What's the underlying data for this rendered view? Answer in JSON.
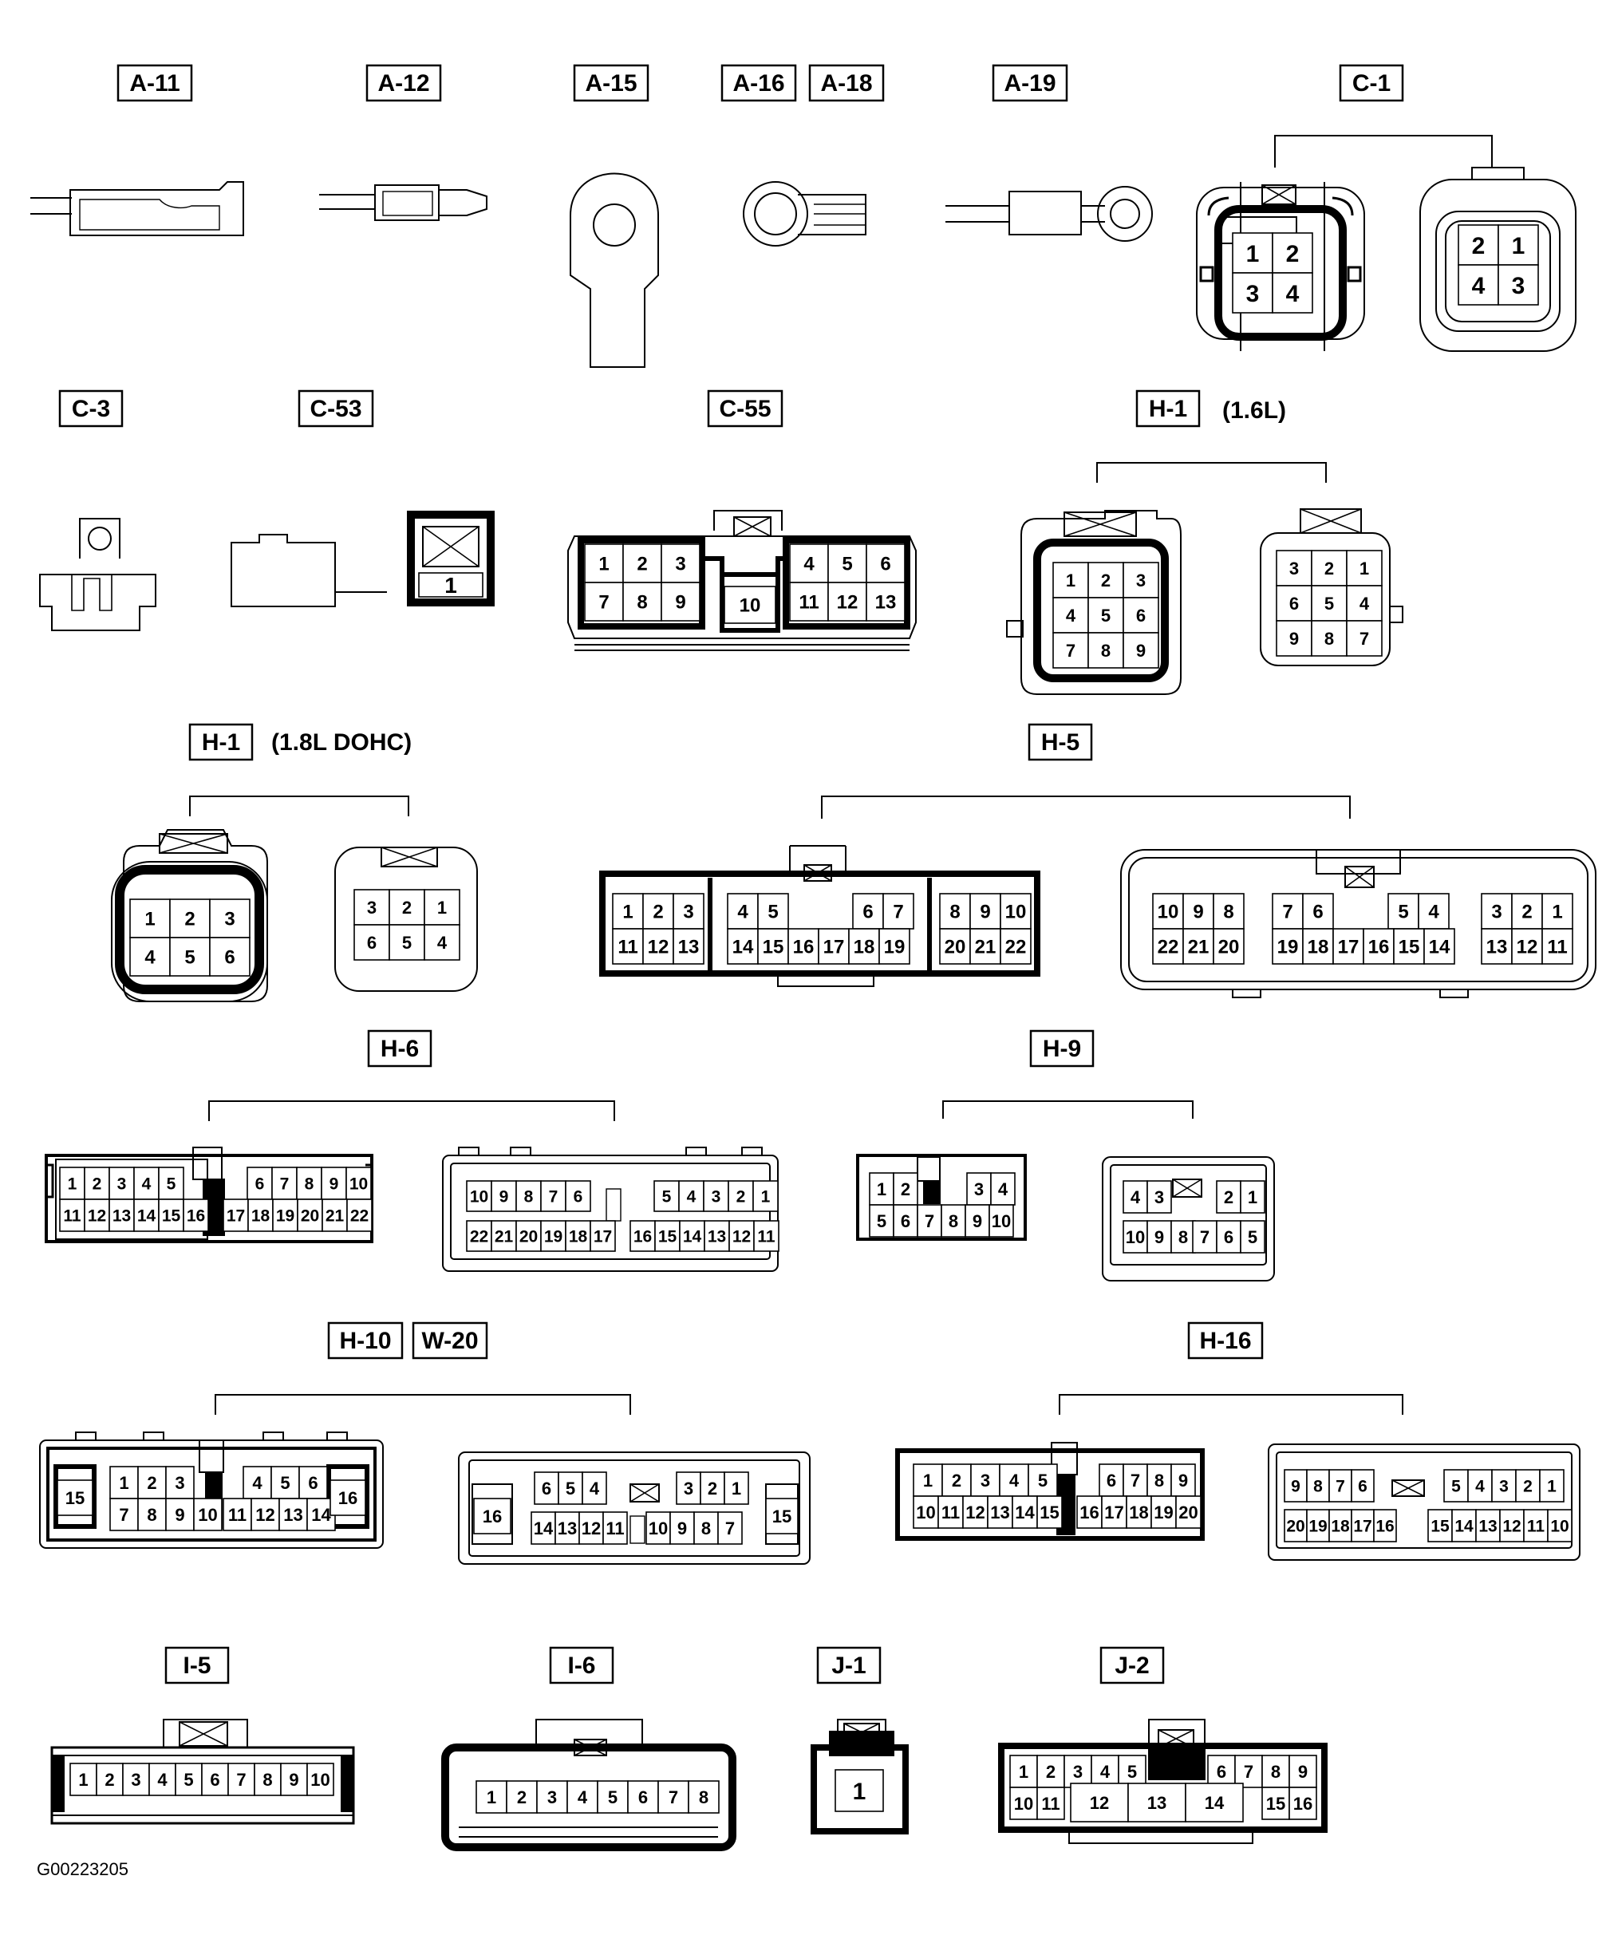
{
  "labels": {
    "a11": "A-11",
    "a12": "A-12",
    "a15": "A-15",
    "a16": "A-16",
    "a18": "A-18",
    "a19": "A-19",
    "c1": "C-1",
    "c3": "C-3",
    "c53": "C-53",
    "c55": "C-55",
    "h1": "H-1",
    "h1_16l_note": "(1.6L)",
    "h1_18l_note": "(1.8L DOHC)",
    "h5": "H-5",
    "h6": "H-6",
    "h9": "H-9",
    "h10": "H-10",
    "w20": "W-20",
    "h16": "H-16",
    "i5": "I-5",
    "i6": "I-6",
    "j1": "J-1",
    "j2": "J-2"
  },
  "figure_id": "G00223205",
  "connectors": {
    "c1": {
      "male": [
        [
          "1",
          "2"
        ],
        [
          "3",
          "4"
        ]
      ],
      "female": [
        [
          "2",
          "1"
        ],
        [
          "4",
          "3"
        ]
      ]
    },
    "c53": [
      "1"
    ],
    "c55": {
      "left": [
        [
          "1",
          "2",
          "3"
        ],
        [
          "7",
          "8",
          "9"
        ]
      ],
      "center": [
        "10"
      ],
      "right": [
        [
          "4",
          "5",
          "6"
        ],
        [
          "11",
          "12",
          "13"
        ]
      ]
    },
    "h1_16l": {
      "male": [
        [
          "1",
          "2",
          "3"
        ],
        [
          "4",
          "5",
          "6"
        ],
        [
          "7",
          "8",
          "9"
        ]
      ],
      "female": [
        [
          "3",
          "2",
          "1"
        ],
        [
          "6",
          "5",
          "4"
        ],
        [
          "9",
          "8",
          "7"
        ]
      ]
    },
    "h1_18l": {
      "male": [
        [
          "1",
          "2",
          "3"
        ],
        [
          "4",
          "5",
          "6"
        ]
      ],
      "female": [
        [
          "3",
          "2",
          "1"
        ],
        [
          "6",
          "5",
          "4"
        ]
      ]
    },
    "h5": {
      "male": {
        "top": [
          "1",
          "2",
          "3",
          "4",
          "5",
          "6",
          "7",
          "8",
          "9",
          "10"
        ],
        "bottom": [
          "11",
          "12",
          "13",
          "14",
          "15",
          "16",
          "17",
          "18",
          "19",
          "20",
          "21",
          "22"
        ]
      },
      "female": {
        "top": [
          "10",
          "9",
          "8",
          "7",
          "6",
          "5",
          "4",
          "3",
          "2",
          "1"
        ],
        "bottom": [
          "22",
          "21",
          "20",
          "19",
          "18",
          "17",
          "16",
          "15",
          "14",
          "13",
          "12",
          "11"
        ]
      }
    },
    "h6": {
      "male": {
        "top": [
          "1",
          "2",
          "3",
          "4",
          "5",
          "6",
          "7",
          "8",
          "9",
          "10"
        ],
        "bottom": [
          "11",
          "12",
          "13",
          "14",
          "15",
          "16",
          "17",
          "18",
          "19",
          "20",
          "21",
          "22"
        ]
      },
      "female": {
        "top": [
          "10",
          "9",
          "8",
          "7",
          "6",
          "5",
          "4",
          "3",
          "2",
          "1"
        ],
        "bottom": [
          "22",
          "21",
          "20",
          "19",
          "18",
          "17",
          "16",
          "15",
          "14",
          "13",
          "12",
          "11"
        ]
      }
    },
    "h9": {
      "male": {
        "top": [
          "1",
          "2",
          "3",
          "4"
        ],
        "bottom": [
          "5",
          "6",
          "7",
          "8",
          "9",
          "10"
        ]
      },
      "female": {
        "top": [
          "4",
          "3",
          "2",
          "1"
        ],
        "bottom": [
          "10",
          "9",
          "8",
          "7",
          "6",
          "5"
        ]
      }
    },
    "h10": {
      "male": {
        "top": [
          "1",
          "2",
          "3",
          "4",
          "5",
          "6"
        ],
        "bottom": [
          "7",
          "8",
          "9",
          "10",
          "11",
          "12",
          "13",
          "14"
        ],
        "sides": [
          "15",
          "16"
        ]
      },
      "female": {
        "top": [
          "6",
          "5",
          "4",
          "3",
          "2",
          "1"
        ],
        "bottom": [
          "14",
          "13",
          "12",
          "11",
          "10",
          "9",
          "8",
          "7"
        ],
        "sides": [
          "16",
          "15"
        ]
      }
    },
    "h16": {
      "male": {
        "top": [
          "1",
          "2",
          "3",
          "4",
          "5",
          "6",
          "7",
          "8",
          "9"
        ],
        "bottom": [
          "10",
          "11",
          "12",
          "13",
          "14",
          "15",
          "16",
          "17",
          "18",
          "19",
          "20"
        ]
      },
      "female": {
        "top": [
          "9",
          "8",
          "7",
          "6",
          "5",
          "4",
          "3",
          "2",
          "1"
        ],
        "bottom": [
          "20",
          "19",
          "18",
          "17",
          "16",
          "15",
          "14",
          "13",
          "12",
          "11",
          "10"
        ]
      }
    },
    "i5": [
      "1",
      "2",
      "3",
      "4",
      "5",
      "6",
      "7",
      "8",
      "9",
      "10"
    ],
    "i6": [
      "1",
      "2",
      "3",
      "4",
      "5",
      "6",
      "7",
      "8"
    ],
    "j1": [
      "1"
    ],
    "j2": {
      "top": [
        "1",
        "2",
        "3",
        "4",
        "5",
        "6",
        "7",
        "8",
        "9"
      ],
      "bottom": [
        "10",
        "11",
        "12",
        "13",
        "14",
        "15",
        "16"
      ]
    }
  }
}
